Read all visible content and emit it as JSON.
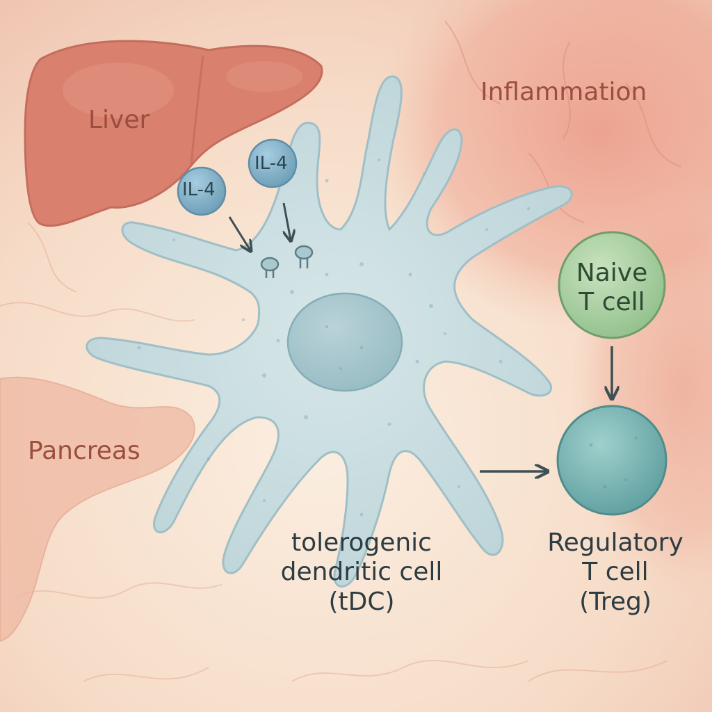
{
  "labels": {
    "liver": "Liver",
    "pancreas": "Pancreas",
    "inflammation": "Inflammation",
    "cytokine_1": "IL-4",
    "cytokine_2": "IL-4",
    "naive_line1": "Naive",
    "naive_line2": "T cell",
    "tdc_line1": "tolerogenic",
    "tdc_line2": "dendritic cell",
    "tdc_line3": "(tDC)",
    "treg_line1": "Regulatory",
    "treg_line2": "T cell",
    "treg_line3": "(Treg)"
  },
  "colors": {
    "background": "#f6dcc8",
    "inflammation": "#eb9a88",
    "liver": "#d9806e",
    "pancreas": "#eeb8a2",
    "dendritic_cell": "#c3d8dc",
    "cytokine": "#7fb0c6",
    "naive_t_cell": "#a8cfa2",
    "treg": "#74b4b2",
    "arrow": "#3e4f55"
  }
}
